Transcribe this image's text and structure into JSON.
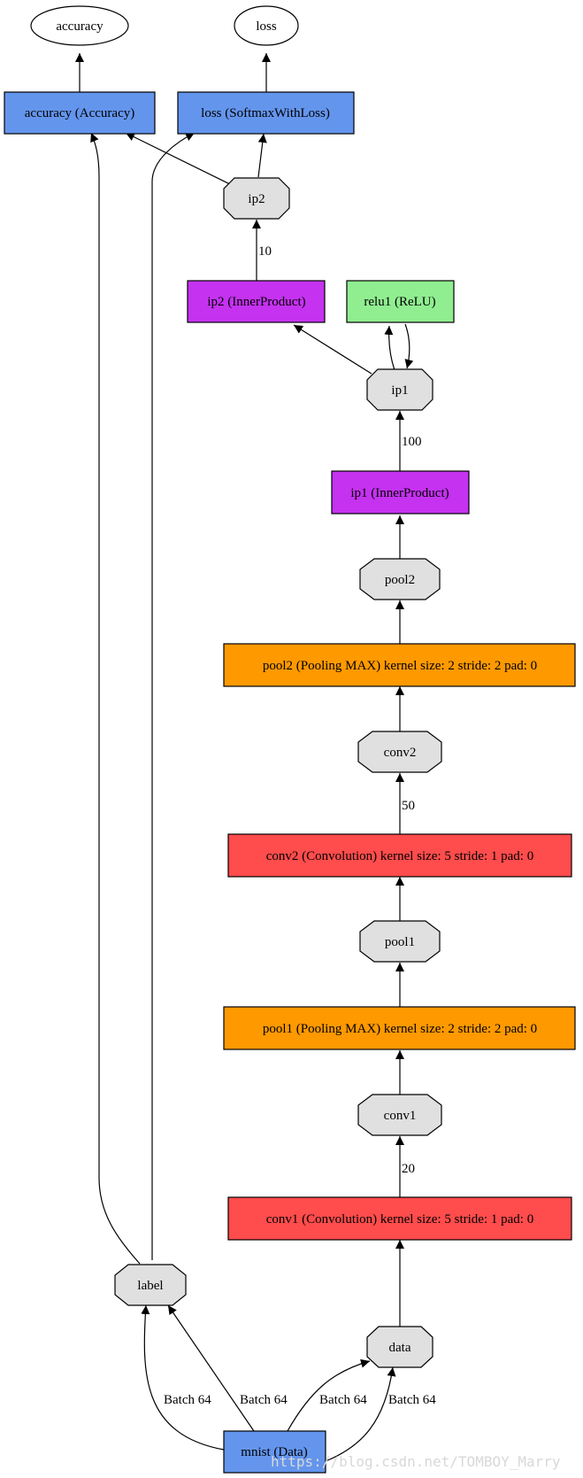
{
  "colors": {
    "blue": "#6495ed",
    "purple": "#c532f0",
    "green": "#90ee90",
    "orange": "#ff9900",
    "red": "#ff4c4c",
    "blob": "#e0e0e0"
  },
  "outputs": {
    "accuracy": "accuracy",
    "loss": "loss"
  },
  "layers": {
    "accuracy": "accuracy (Accuracy)",
    "loss": "loss (SoftmaxWithLoss)",
    "ip2": "ip2 (InnerProduct)",
    "relu1": "relu1 (ReLU)",
    "ip1": "ip1 (InnerProduct)",
    "pool2": "pool2 (Pooling MAX) kernel size: 2 stride: 2 pad: 0",
    "conv2": "conv2 (Convolution) kernel size: 5 stride: 1 pad: 0",
    "pool1": "pool1 (Pooling MAX) kernel size: 2 stride: 2 pad: 0",
    "conv1": "conv1 (Convolution) kernel size: 5 stride: 1 pad: 0",
    "mnist": "mnist (Data)"
  },
  "blobs": {
    "ip2": "ip2",
    "ip1": "ip1",
    "pool2": "pool2",
    "conv2": "conv2",
    "pool1": "pool1",
    "conv1": "conv1",
    "label": "label",
    "data": "data"
  },
  "edge_labels": {
    "ip2_out": "10",
    "ip1_out": "100",
    "conv2_out": "50",
    "conv1_out": "20",
    "mnist_label_1": "Batch 64",
    "mnist_label_2": "Batch 64",
    "mnist_data_1": "Batch 64",
    "mnist_data_2": "Batch 64"
  },
  "watermark": "https://blog.csdn.net/TOMBOY_Marry"
}
